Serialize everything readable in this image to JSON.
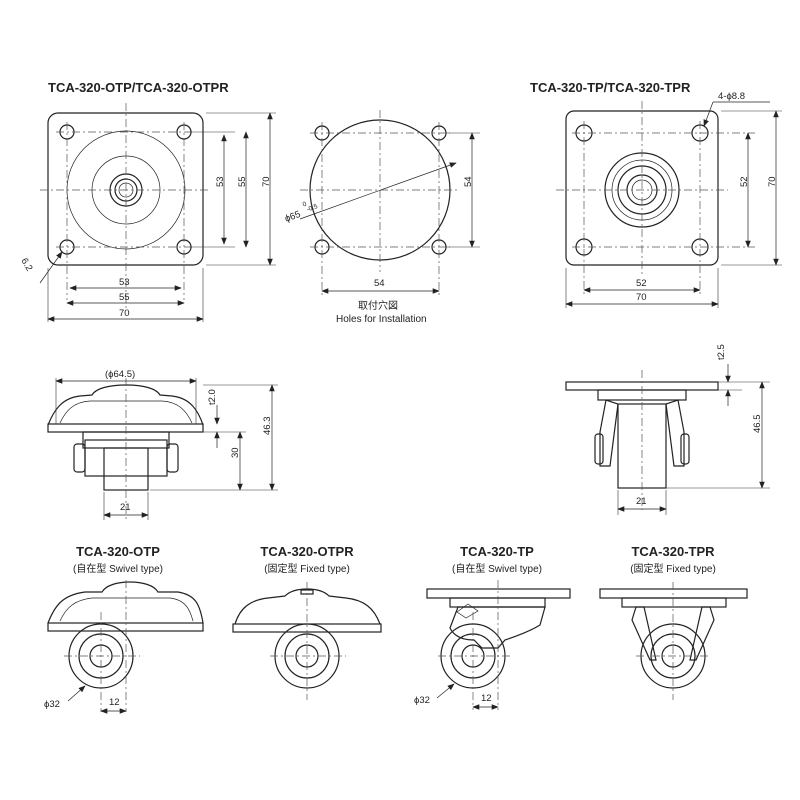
{
  "top": {
    "left_title": "TCA-320-OTP/TCA-320-OTPR",
    "right_title": "TCA-320-TP/TCA-320-TPR",
    "holes_note": "4-ϕ8.8",
    "holes_jp": "取付穴図",
    "holes_en": "Holes for Installation",
    "dims": {
      "slot": "6.2",
      "d53": "53",
      "d55": "55",
      "d70": "70",
      "d54": "54",
      "d52": "52",
      "dia_main": "ϕ65",
      "dia_tol_up": "0",
      "dia_tol_low": "-0.5"
    }
  },
  "middle": {
    "dia_hood": "(ϕ64.5)",
    "t20": "t2.0",
    "h30": "30",
    "h463": "46.3",
    "w21": "21",
    "t25": "t2.5",
    "h465": "46.5"
  },
  "bottom": {
    "views": [
      {
        "title": "TCA-320-OTP",
        "type": "(自在型 Swivel type)"
      },
      {
        "title": "TCA-320-OTPR",
        "type": "(固定型 Fixed type)"
      },
      {
        "title": "TCA-320-TP",
        "type": "(自在型 Swivel type)"
      },
      {
        "title": "TCA-320-TPR",
        "type": "(固定型 Fixed type)"
      }
    ],
    "wheel_dia": "ϕ32",
    "offset": "12"
  }
}
